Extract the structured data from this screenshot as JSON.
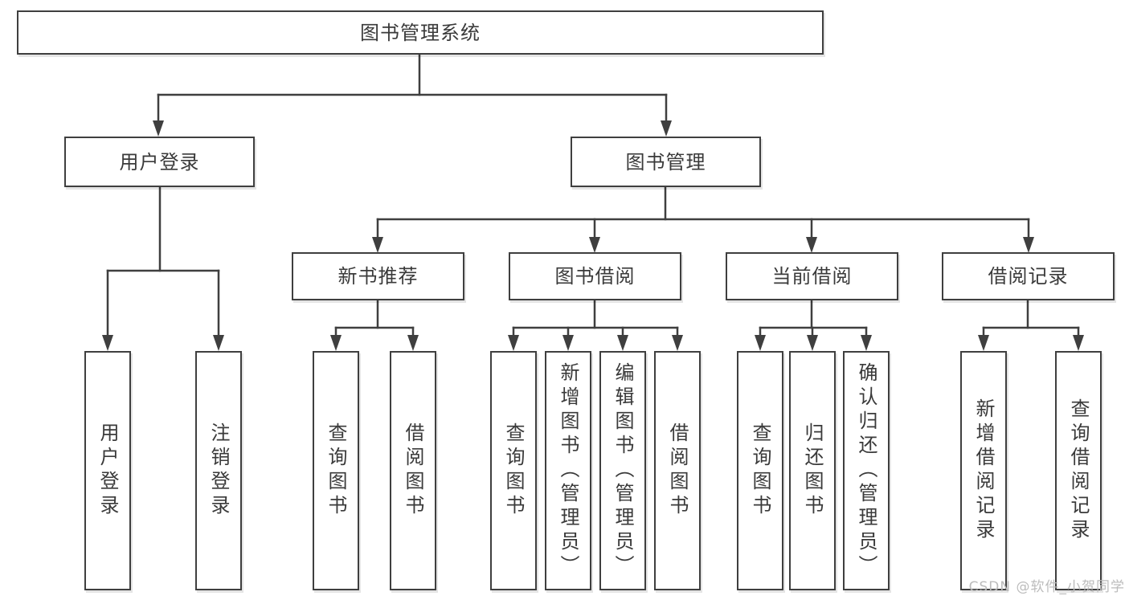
{
  "watermark": {
    "text": "CSDN @软件_小贺同学",
    "color": "#bcbcbc"
  },
  "colors": {
    "line": "#3f3f3f",
    "text": "#3a3a3a",
    "box_background": "#ffffff",
    "page_background": "#ffffff"
  },
  "tree": {
    "root": "图书管理系统",
    "branches": [
      {
        "label": "用户登录",
        "leaves": [
          "用户登录",
          "注销登录"
        ]
      },
      {
        "label": "图书管理",
        "sections": [
          {
            "label": "新书推荐",
            "leaves": [
              "查询图书",
              "借阅图书"
            ]
          },
          {
            "label": "图书借阅",
            "leaves": [
              "查询图书",
              "新增图书（管理员）",
              "编辑图书（管理员）",
              "借阅图书"
            ]
          },
          {
            "label": "当前借阅",
            "leaves": [
              "查询图书",
              "归还图书",
              "确认归还（管理员）"
            ]
          },
          {
            "label": "借阅记录",
            "leaves": [
              "新增借阅记录",
              "查询借阅记录"
            ]
          }
        ]
      }
    ]
  }
}
